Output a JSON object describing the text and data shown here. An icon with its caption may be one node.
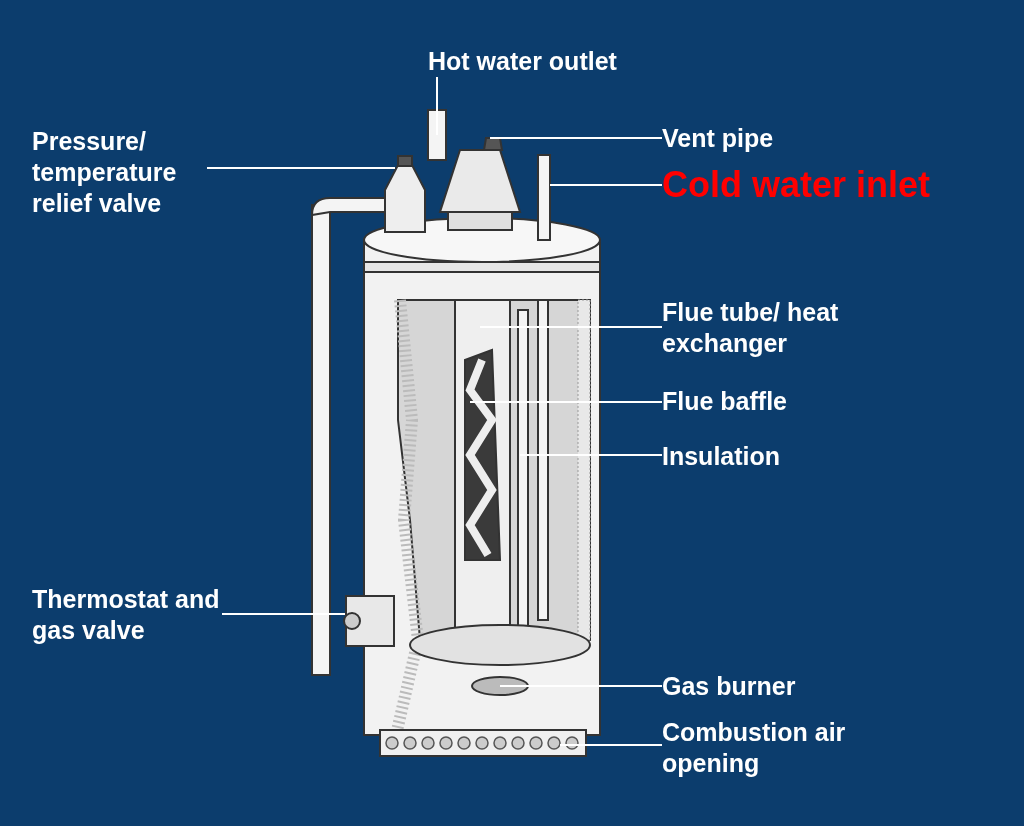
{
  "diagram": {
    "nodes": [
      {
        "text": [
          "Hot water outlet"
        ]
      },
      {
        "text": [
          "Pressure/ temperature relief valve"
        ]
      },
      {
        "text": [
          "Vent pipe"
        ]
      },
      {
        "text": [
          "Cold water inlet"
        ]
      },
      {
        "text": [
          "Flue tube/ heat exchanger"
        ]
      },
      {
        "text": [
          "Flue baffle"
        ]
      },
      {
        "text": [
          "Insulation"
        ]
      },
      {
        "text": [
          "Thermostat and gas valve"
        ]
      },
      {
        "text": [
          "Gas burner"
        ]
      },
      {
        "text": [
          "Combustion air opening"
        ]
      }
    ],
    "edges": [
      {
        "from": 0,
        "to": null,
        "arrow": "none"
      },
      {
        "from": 1,
        "to": null,
        "arrow": "none"
      },
      {
        "from": 2,
        "to": null,
        "arrow": "none"
      },
      {
        "from": 3,
        "to": null,
        "arrow": "none"
      },
      {
        "from": 4,
        "to": null,
        "arrow": "none"
      },
      {
        "from": 5,
        "to": null,
        "arrow": "none"
      },
      {
        "from": 6,
        "to": null,
        "arrow": "none"
      },
      {
        "from": 7,
        "to": null,
        "arrow": "none"
      },
      {
        "from": 8,
        "to": null,
        "arrow": "none"
      },
      {
        "from": 9,
        "to": null,
        "arrow": "none"
      }
    ]
  }
}
